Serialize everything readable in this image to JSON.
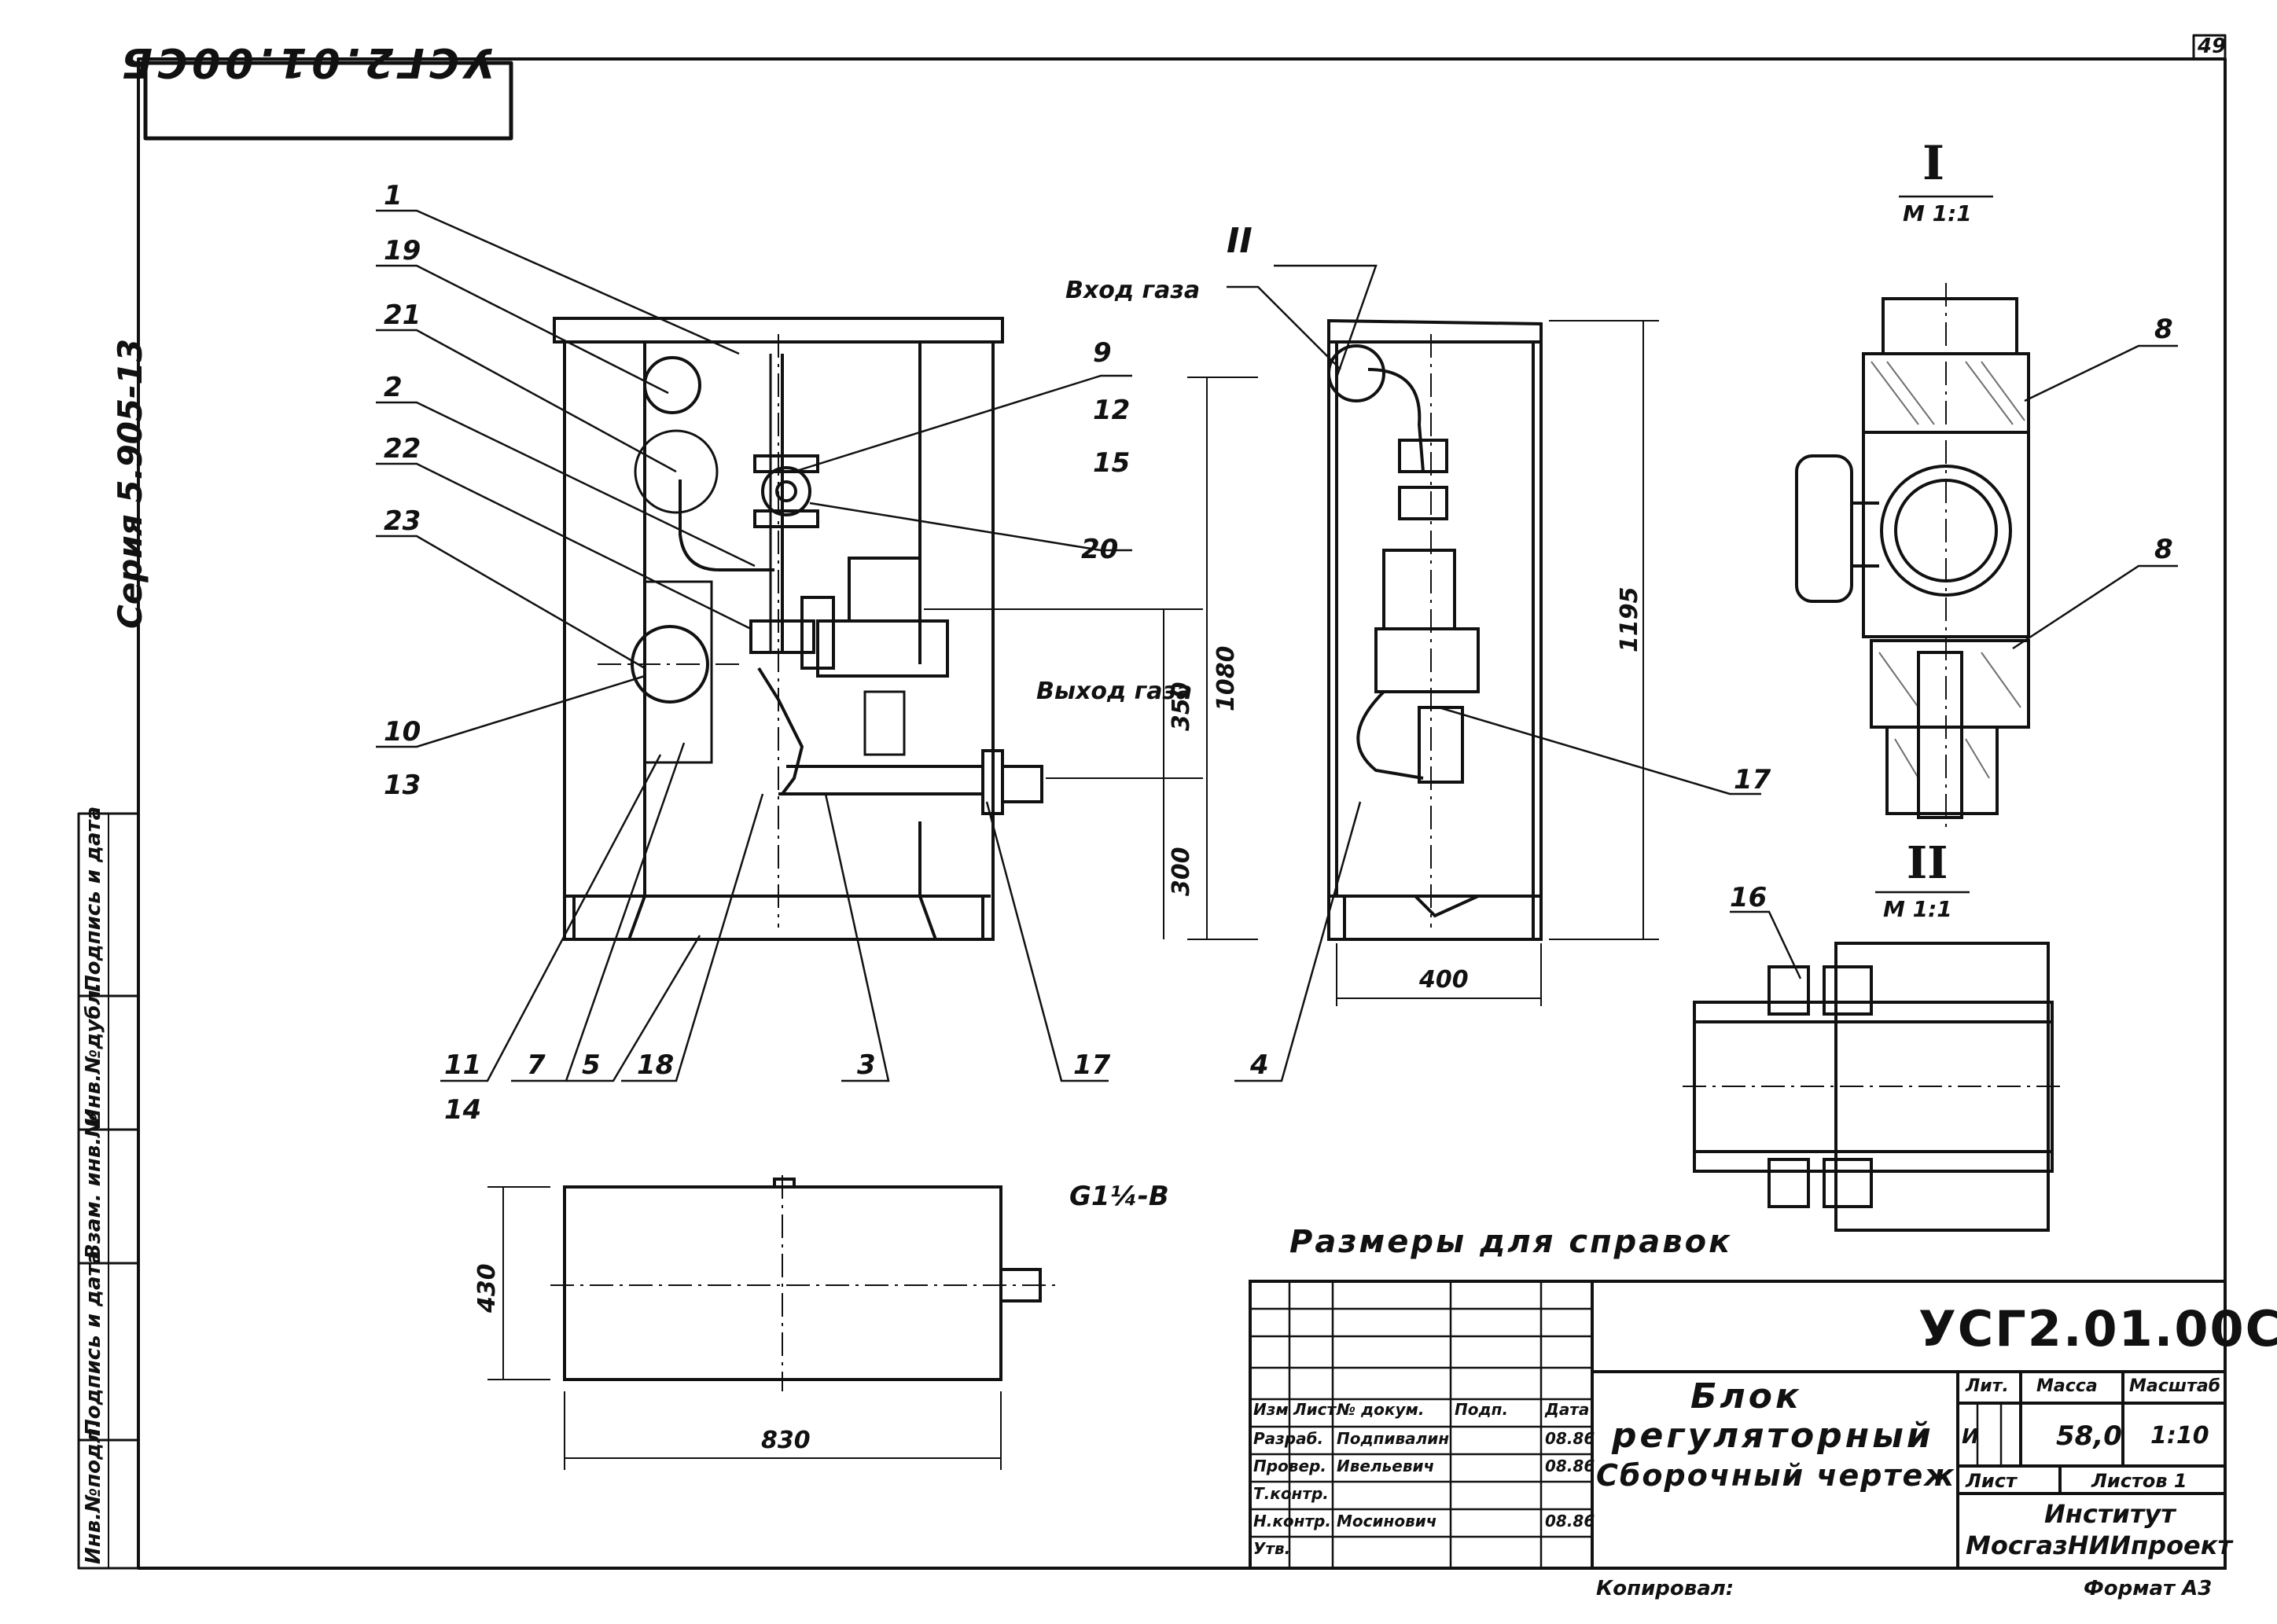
{
  "sheet": {
    "page_number": "49",
    "stamp_code": "УСГ2.01.00СБ",
    "series": "Серия 5.905-13",
    "reference_note": "Размеры для справок",
    "thread_label": "G1¼-B",
    "gas_inlet": "Вход газа",
    "gas_outlet": "Выход газа",
    "section_i": "I",
    "section_ii": "II",
    "scale_label": "М 1:1"
  },
  "side_stamp": {
    "cells": [
      "Инв.№подл.",
      "Подпись и дата",
      "Взам. инв.№",
      "Инв.№дубл.",
      "Подпись и дата"
    ]
  },
  "callouts": {
    "front": [
      "1",
      "19",
      "21",
      "2",
      "22",
      "23",
      "10",
      "13",
      "9",
      "12",
      "15",
      "20",
      "11",
      "14",
      "7",
      "5",
      "18",
      "3",
      "17"
    ],
    "side": [
      "4",
      "17"
    ],
    "section": [
      "8",
      "8",
      "16"
    ]
  },
  "dimensions": {
    "height_1080": "1080",
    "height_1195": "1195",
    "dim_350": "350",
    "dim_300": "300",
    "width_400": "400",
    "plan_430": "430",
    "plan_830": "830"
  },
  "title_block": {
    "code": "УСГ2.01.00СБ",
    "name_line1": "Блок",
    "name_line2": "регуляторный",
    "name_line3": "Сборочный чертеж",
    "col_headers": [
      "Изм",
      "Лист",
      "№ докум.",
      "Подп.",
      "Дата"
    ],
    "rows": [
      {
        "role": "Разраб.",
        "person": "Подпивалин",
        "date": "08.86"
      },
      {
        "role": "Провер.",
        "person": "Ивельевич",
        "date": "08.86"
      },
      {
        "role": "Т.контр.",
        "person": "",
        "date": ""
      },
      {
        "role": "Н.контр.",
        "person": "Мосинович",
        "date": "08.86"
      },
      {
        "role": "Утв.",
        "person": "",
        "date": ""
      }
    ],
    "lit_label": "Лит.",
    "mass_label": "Масса",
    "scale_label": "Масштаб",
    "lit_value": "И",
    "mass_value": "58,0",
    "scale_value": "1:10",
    "sheet_label": "Лист",
    "sheets_label": "Листов 1",
    "org_line1": "Институт",
    "org_line2": "МосгазНИИпроект",
    "copied": "Копировал:",
    "format": "Формат А3"
  }
}
